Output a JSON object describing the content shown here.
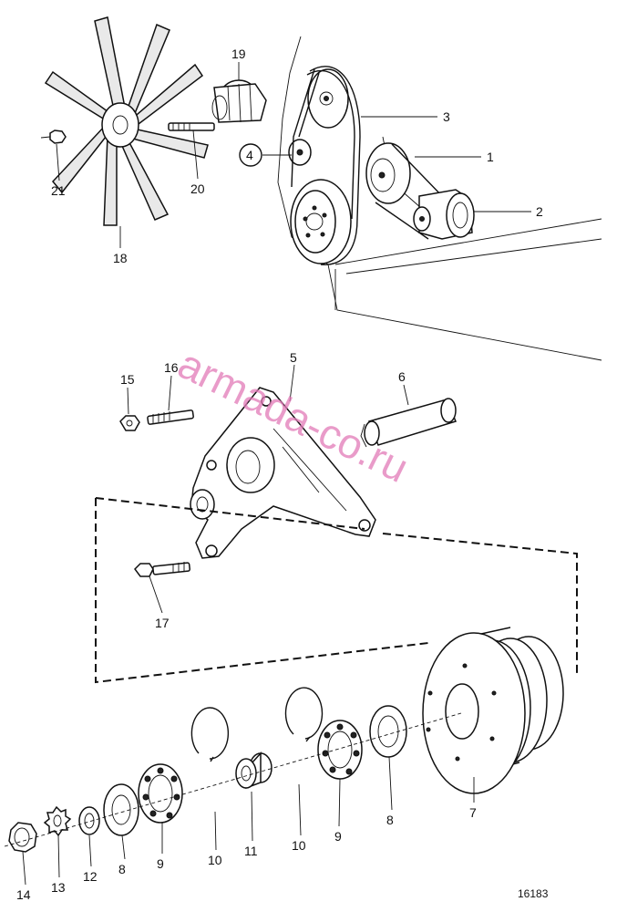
{
  "figure_number": "16183",
  "watermark": "armada-co.ru",
  "callouts": [
    {
      "id": "c1",
      "text": "1"
    },
    {
      "id": "c2",
      "text": "2"
    },
    {
      "id": "c3",
      "text": "3"
    },
    {
      "id": "c4",
      "text": "4"
    },
    {
      "id": "c5",
      "text": "5"
    },
    {
      "id": "c6",
      "text": "6"
    },
    {
      "id": "c7",
      "text": "7"
    },
    {
      "id": "c8a",
      "text": "8"
    },
    {
      "id": "c8b",
      "text": "8"
    },
    {
      "id": "c9a",
      "text": "9"
    },
    {
      "id": "c9b",
      "text": "9"
    },
    {
      "id": "c10a",
      "text": "10"
    },
    {
      "id": "c10b",
      "text": "10"
    },
    {
      "id": "c11",
      "text": "11"
    },
    {
      "id": "c12",
      "text": "12"
    },
    {
      "id": "c13",
      "text": "13"
    },
    {
      "id": "c14",
      "text": "14"
    },
    {
      "id": "c15",
      "text": "15"
    },
    {
      "id": "c16",
      "text": "16"
    },
    {
      "id": "c17",
      "text": "17"
    },
    {
      "id": "c18",
      "text": "18"
    },
    {
      "id": "c19",
      "text": "19"
    },
    {
      "id": "c20",
      "text": "20"
    },
    {
      "id": "c21",
      "text": "21"
    }
  ]
}
